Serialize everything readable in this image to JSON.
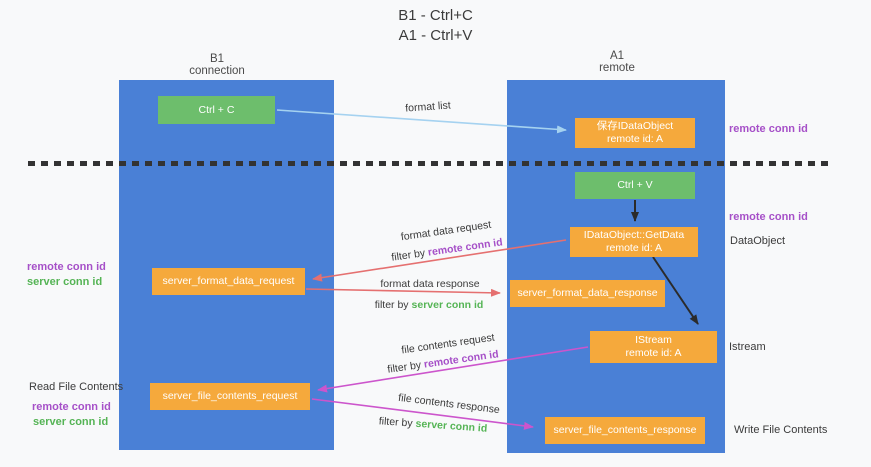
{
  "title": {
    "line1": "B1 - Ctrl+C",
    "line2": "A1 - Ctrl+V"
  },
  "lanes": {
    "left": {
      "title": "B1",
      "subtitle": "connection"
    },
    "right": {
      "title": "A1",
      "subtitle": "remote"
    }
  },
  "nodes": {
    "ctrl_c": {
      "label": "Ctrl + C"
    },
    "ctrl_v": {
      "label": "Ctrl + V"
    },
    "save_dataobject": {
      "line1": "保存IDataObject",
      "line2": "remote id: A"
    },
    "getdata": {
      "line1": "IDataObject::GetData",
      "line2": "remote id: A"
    },
    "istream": {
      "line1": "IStream",
      "line2": "remote id: A"
    },
    "server_format_data_request": {
      "label": "server_format_data_request"
    },
    "server_format_data_response": {
      "label": "server_format_data_response"
    },
    "server_file_contents_request": {
      "label": "server_file_contents_request"
    },
    "server_file_contents_response": {
      "label": "server_file_contents_response"
    }
  },
  "edges": {
    "format_list": {
      "label": "format list"
    },
    "format_data_request": {
      "label": "format data request",
      "filter_prefix": "filter by",
      "filter_key": "remote conn id"
    },
    "format_data_response": {
      "label": "format data response",
      "filter_prefix": "filter by",
      "filter_key": "server conn id"
    },
    "file_contents_request": {
      "label": "file contents request",
      "filter_prefix": "filter by",
      "filter_key": "remote conn id"
    },
    "file_contents_response": {
      "label": "file contents response",
      "filter_prefix": "filter by",
      "filter_key": "server conn id"
    }
  },
  "annotations": {
    "remote_conn_id_right_top": "remote conn id",
    "remote_conn_id_right_mid": "remote conn id",
    "dataobject": "DataObject",
    "istream": "Istream",
    "write_file_contents": "Write File Contents",
    "remote_conn_id_left": "remote conn id",
    "server_conn_id_left": "server conn id",
    "read_file_contents": "Read File Contents",
    "remote_conn_id_left_bottom": "remote conn id",
    "server_conn_id_left_bottom": "server conn id"
  },
  "colors": {
    "background": "#f8f9fa",
    "lane_fill": "#4a80d6",
    "action_green": "#6dbe6c",
    "object_orange": "#f5a93c",
    "arrow_light_blue": "#a5d2f0",
    "arrow_red": "#e57070",
    "arrow_magenta": "#cc55cc",
    "arrow_black": "#2b2b2b",
    "remote_conn_text": "#a650c8",
    "server_conn_text": "#55b455",
    "dashed_boundary": "#333333"
  }
}
